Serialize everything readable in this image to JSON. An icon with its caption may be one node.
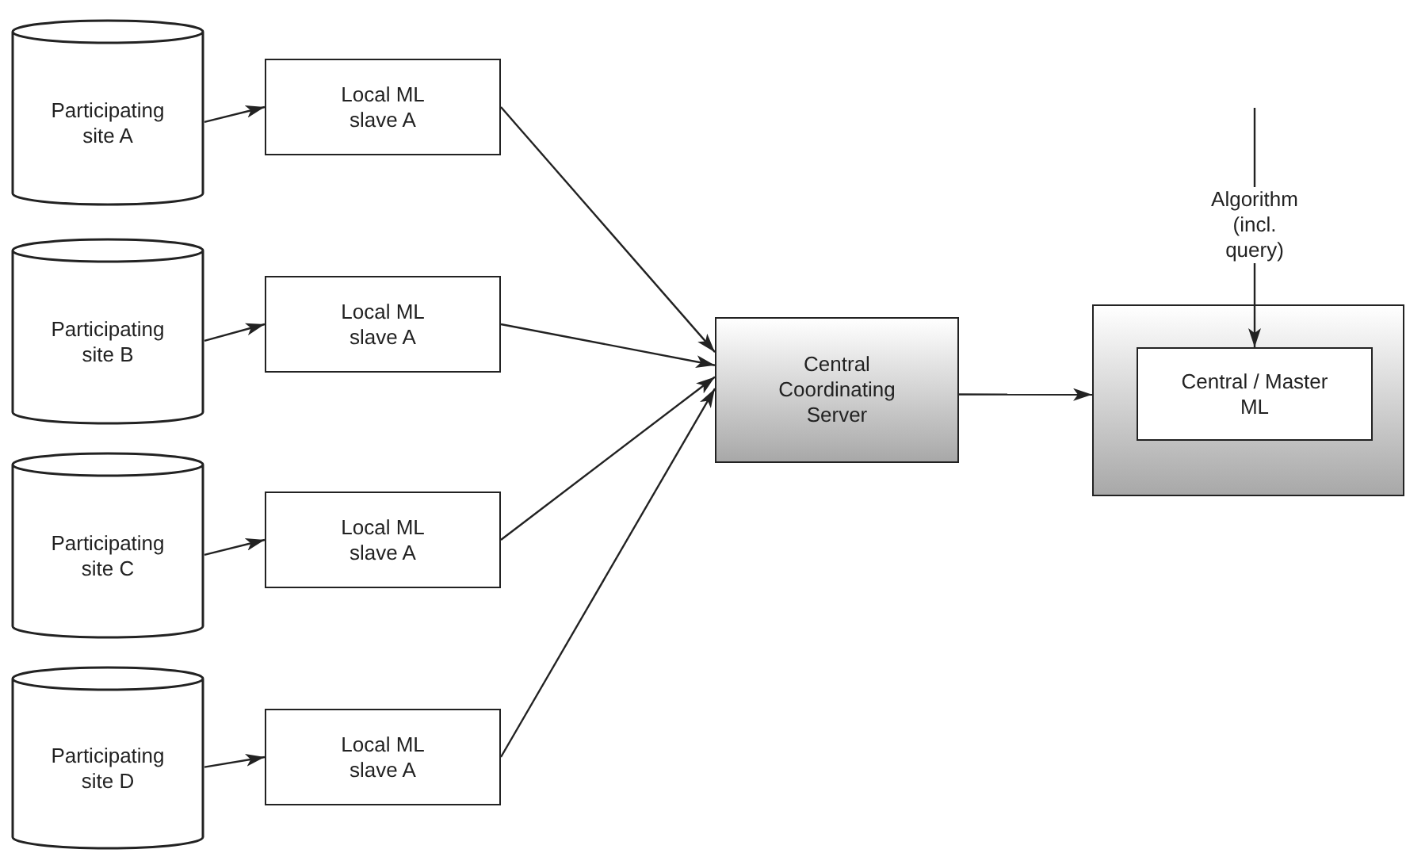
{
  "diagram": {
    "nodes": [
      {
        "text": [
          "Participating site A"
        ]
      },
      {
        "text": [
          "Participating site B"
        ]
      },
      {
        "text": [
          "Participating site C"
        ]
      },
      {
        "text": [
          "Participating site D"
        ]
      },
      {
        "text": [
          "Local ML slave A"
        ]
      },
      {
        "text": [
          "Local ML slave A"
        ]
      },
      {
        "text": [
          "Local ML slave A"
        ]
      },
      {
        "text": [
          "Local ML slave A"
        ]
      },
      {
        "text": [
          "Central Coordinating Server"
        ]
      },
      {
        "text": [],
        "shape": "box"
      },
      {
        "text": [
          "Central / Master ML"
        ],
        "in": 9
      }
    ],
    "edges": [
      {
        "from": 0,
        "to": 4,
        "arrow": "to"
      },
      {
        "from": 1,
        "to": 5,
        "arrow": "to"
      },
      {
        "from": 2,
        "to": 6,
        "arrow": "to"
      },
      {
        "from": 3,
        "to": 7,
        "arrow": "to"
      },
      {
        "from": 4,
        "to": 8,
        "arrow": "to"
      },
      {
        "from": 5,
        "to": 8,
        "arrow": "to"
      },
      {
        "from": 6,
        "to": 8,
        "arrow": "to"
      },
      {
        "from": 7,
        "to": 8,
        "arrow": "to"
      },
      {
        "from": 8,
        "to": 9,
        "arrow": "to"
      },
      {
        "from": null,
        "to": 10,
        "arrow": "to",
        "label": "Algorithm (incl. query)"
      }
    ]
  }
}
